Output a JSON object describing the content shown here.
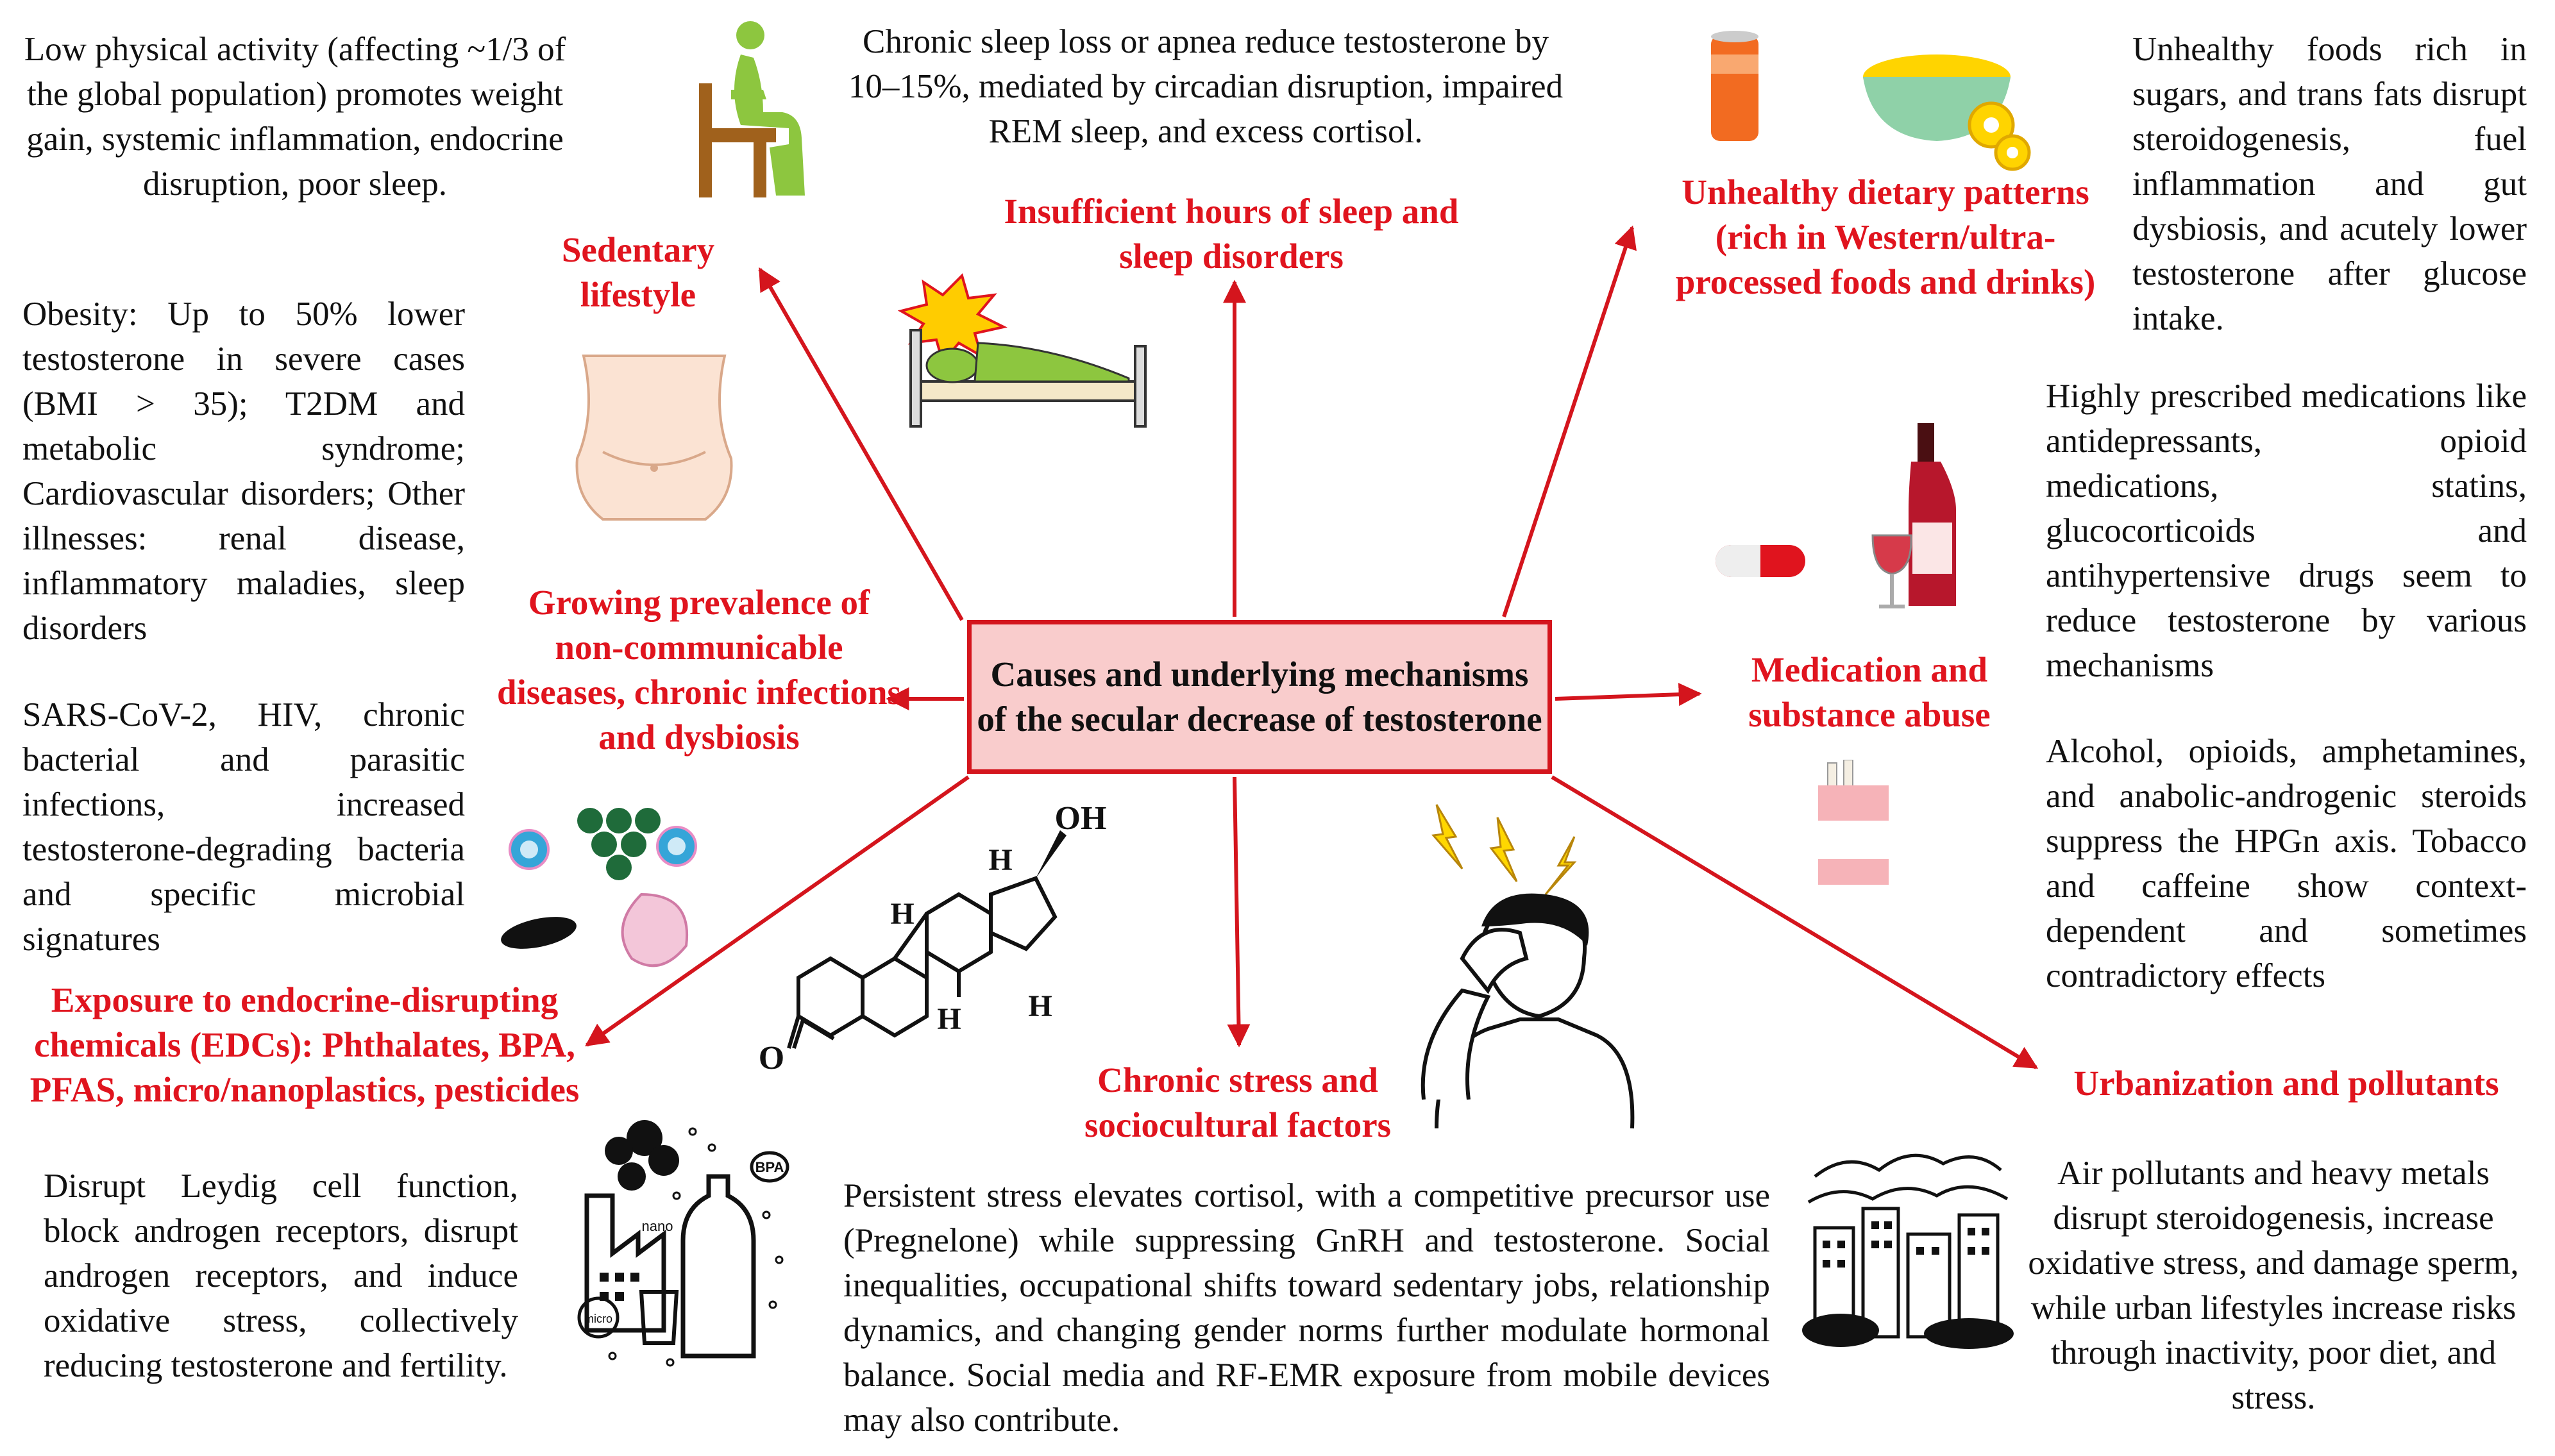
{
  "center": {
    "title": "Causes and underlying mechanisms of the secular decrease of testosterone"
  },
  "causes": {
    "sedentary": {
      "heading": "Sedentary lifestyle",
      "description": "Low physical activity (affecting ~1/3 of the global population) promotes weight gain, systemic inflammation, endocrine disruption, poor sleep."
    },
    "sleep": {
      "heading": "Insufficient hours of sleep and sleep disorders",
      "description": "Chronic sleep loss or apnea reduce testosterone by 10–15%, mediated by circadian disruption, impaired REM sleep, and excess cortisol."
    },
    "diet": {
      "heading": "Unhealthy dietary patterns (rich in Western/ultra-processed foods and drinks)",
      "description": "Unhealthy foods rich in sugars, and trans fats disrupt steroidogenesis, fuel inflammation and gut dysbiosis, and acutely lower testosterone after glucose intake."
    },
    "ncd": {
      "heading": "Growing prevalence of non-communicable diseases, chronic infections and dysbiosis",
      "description_diseases": "Obesity: Up to 50% lower testosterone in severe cases (BMI > 35); T2DM and metabolic syndrome; Cardiovascular disorders; Other illnesses: renal disease, inflammatory maladies, sleep disorders",
      "description_infections": "SARS-CoV-2, HIV, chronic bacterial and parasitic infections, increased testosterone-degrading bacteria and specific microbial signatures"
    },
    "medication": {
      "heading": "Medication and substance abuse",
      "description_drugs": "Highly prescribed medications like antidepressants, opioid medications, statins, glucocorticoids and antihypertensive drugs seem to reduce testosterone by various mechanisms",
      "description_substances": "Alcohol, opioids, amphetamines, and anabolic-androgenic steroids suppress the HPGn axis. Tobacco and caffeine show context-dependent and sometimes contradictory effects"
    },
    "edc": {
      "heading": "Exposure to endocrine-disrupting chemicals (EDCs): Phthalates, BPA, PFAS, micro/nanoplastics, pesticides",
      "description": "Disrupt Leydig cell function, block androgen receptors, disrupt androgen receptors, and induce oxidative stress, collectively reducing testosterone and fertility."
    },
    "stress": {
      "heading": "Chronic stress and sociocultural factors",
      "description": "Persistent stress elevates cortisol, with a competitive precursor use (Pregnelone) while suppressing GnRH and testosterone. Social inequalities, occupational shifts toward sedentary jobs, relationship dynamics, and changing gender norms further modulate hormonal balance. Social media and RF-EMR exposure from mobile devices may also contribute."
    },
    "urban": {
      "heading": "Urbanization and pollutants",
      "description": "Air pollutants and heavy metals disrupt steroidogenesis, increase oxidative stress, and damage sperm, while urban lifestyles increase risks through inactivity, poor diet, and stress."
    }
  },
  "molecule_labels": {
    "oh": "OH",
    "o": "O",
    "h": "H"
  },
  "icon_labels": {
    "bpa": "BPA",
    "nano": "nano",
    "micro": "micro"
  },
  "colors": {
    "accent_red": "#e0141e",
    "center_fill": "#f9cccc",
    "arrow_red": "#d4151d"
  },
  "icons": [
    "sitting-person-icon",
    "sleeping-bed-icon",
    "soda-can-icon",
    "junk-food-bowl-icon",
    "belly-icon",
    "pill-icon",
    "wine-bottle-icon",
    "cigarette-pack-icon",
    "microbes-icon",
    "testosterone-molecule-icon",
    "stressed-man-icon",
    "factory-plastics-icon",
    "polluted-city-icon"
  ]
}
